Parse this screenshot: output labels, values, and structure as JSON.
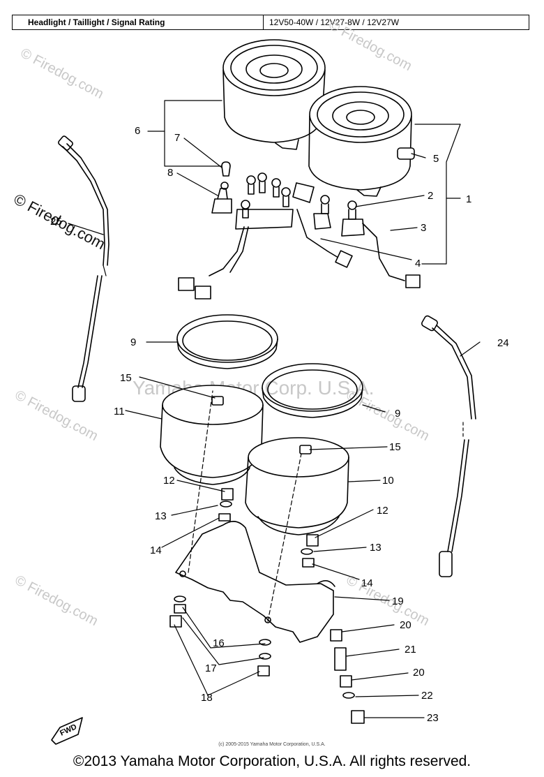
{
  "spec_table": {
    "label": "Headlight / Taillight / Signal Rating",
    "value": "12V50-40W / 12V27-8W / 12V27W"
  },
  "watermarks": {
    "site": "© Firedog.com",
    "center": "Yamaha Motor Corp. U.S.A."
  },
  "fwd_marker": "FWD",
  "inner_credit": "(c) 2005-2015 Yamaha Motor Corporation, U.S.A.",
  "copyright": "©2013 Yamaha Motor Corporation, U.S.A. All rights reserved.",
  "callouts": [
    {
      "id": "c1",
      "text": "1"
    },
    {
      "id": "c2",
      "text": "2"
    },
    {
      "id": "c3",
      "text": "3"
    },
    {
      "id": "c4",
      "text": "4"
    },
    {
      "id": "c5",
      "text": "5"
    },
    {
      "id": "c6",
      "text": "6"
    },
    {
      "id": "c7",
      "text": "7"
    },
    {
      "id": "c8",
      "text": "8"
    },
    {
      "id": "c9a",
      "text": "9"
    },
    {
      "id": "c9b",
      "text": "9"
    },
    {
      "id": "c10",
      "text": "10"
    },
    {
      "id": "c11",
      "text": "11"
    },
    {
      "id": "c12a",
      "text": "12"
    },
    {
      "id": "c12b",
      "text": "12"
    },
    {
      "id": "c13a",
      "text": "13"
    },
    {
      "id": "c13b",
      "text": "13"
    },
    {
      "id": "c14a",
      "text": "14"
    },
    {
      "id": "c14b",
      "text": "14"
    },
    {
      "id": "c15a",
      "text": "15"
    },
    {
      "id": "c15b",
      "text": "15"
    },
    {
      "id": "c16",
      "text": "16"
    },
    {
      "id": "c17",
      "text": "17"
    },
    {
      "id": "c18",
      "text": "18"
    },
    {
      "id": "c19",
      "text": "19"
    },
    {
      "id": "c20a",
      "text": "20"
    },
    {
      "id": "c20b",
      "text": "20"
    },
    {
      "id": "c21",
      "text": "21"
    },
    {
      "id": "c22",
      "text": "22"
    },
    {
      "id": "c23",
      "text": "23"
    },
    {
      "id": "c24",
      "text": "24"
    },
    {
      "id": "c25",
      "text": "25"
    }
  ]
}
